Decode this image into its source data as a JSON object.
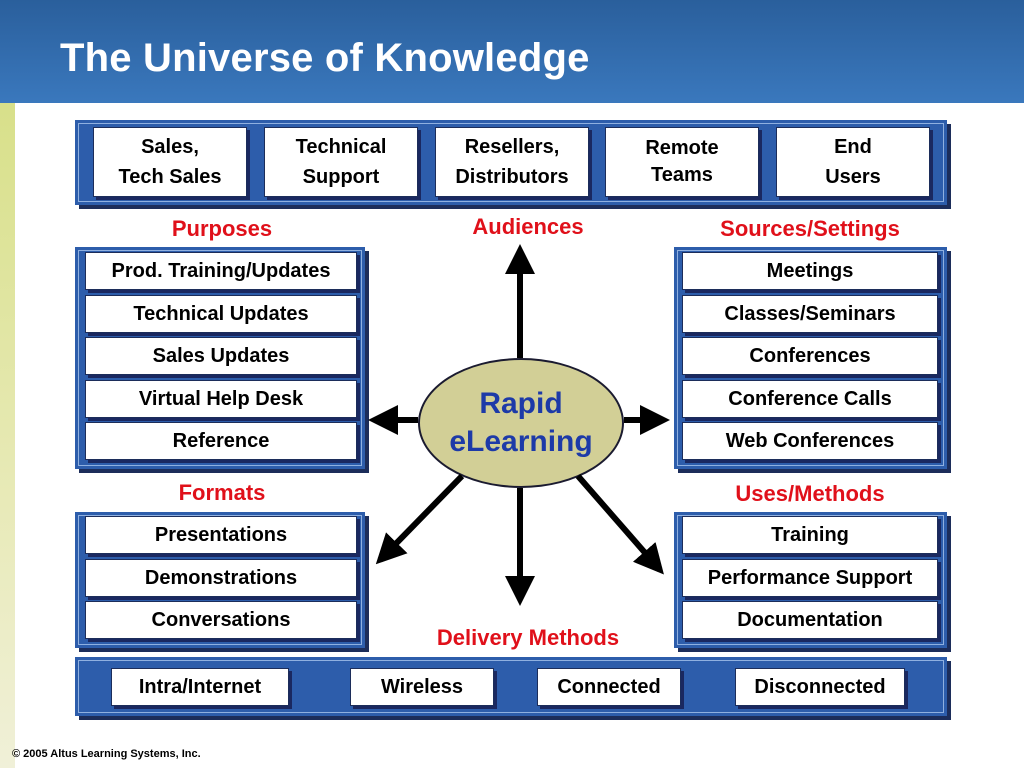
{
  "slide": {
    "title": "The Universe of Knowledge",
    "footer": "© 2005 Altus Learning Systems, Inc."
  },
  "hub": {
    "text": "Rapid\neLearning"
  },
  "audiences": {
    "label": "Audiences",
    "items": [
      "Sales,\nTech Sales",
      "Technical\nSupport",
      "Resellers,\nDistributors",
      "Remote\nTeams",
      "End\nUsers"
    ]
  },
  "purposes": {
    "label": "Purposes",
    "items": [
      "Prod. Training/Updates",
      "Technical Updates",
      "Sales Updates",
      "Virtual Help Desk",
      "Reference"
    ]
  },
  "sources": {
    "label": "Sources/Settings",
    "items": [
      "Meetings",
      "Classes/Seminars",
      "Conferences",
      "Conference Calls",
      "Web Conferences"
    ]
  },
  "formats": {
    "label": "Formats",
    "items": [
      "Presentations",
      "Demonstrations",
      "Conversations"
    ]
  },
  "uses": {
    "label": "Uses/Methods",
    "items": [
      "Training",
      "Performance Support",
      "Documentation"
    ]
  },
  "delivery": {
    "label": "Delivery Methods",
    "items": [
      "Intra/Internet",
      "Wireless",
      "Connected",
      "Disconnected"
    ]
  },
  "colors": {
    "header": "#3a78bd",
    "panel": "#2d5dab",
    "label": "#e0101a",
    "hub_fill": "#d2cf96",
    "hub_text": "#1d3aa8"
  }
}
